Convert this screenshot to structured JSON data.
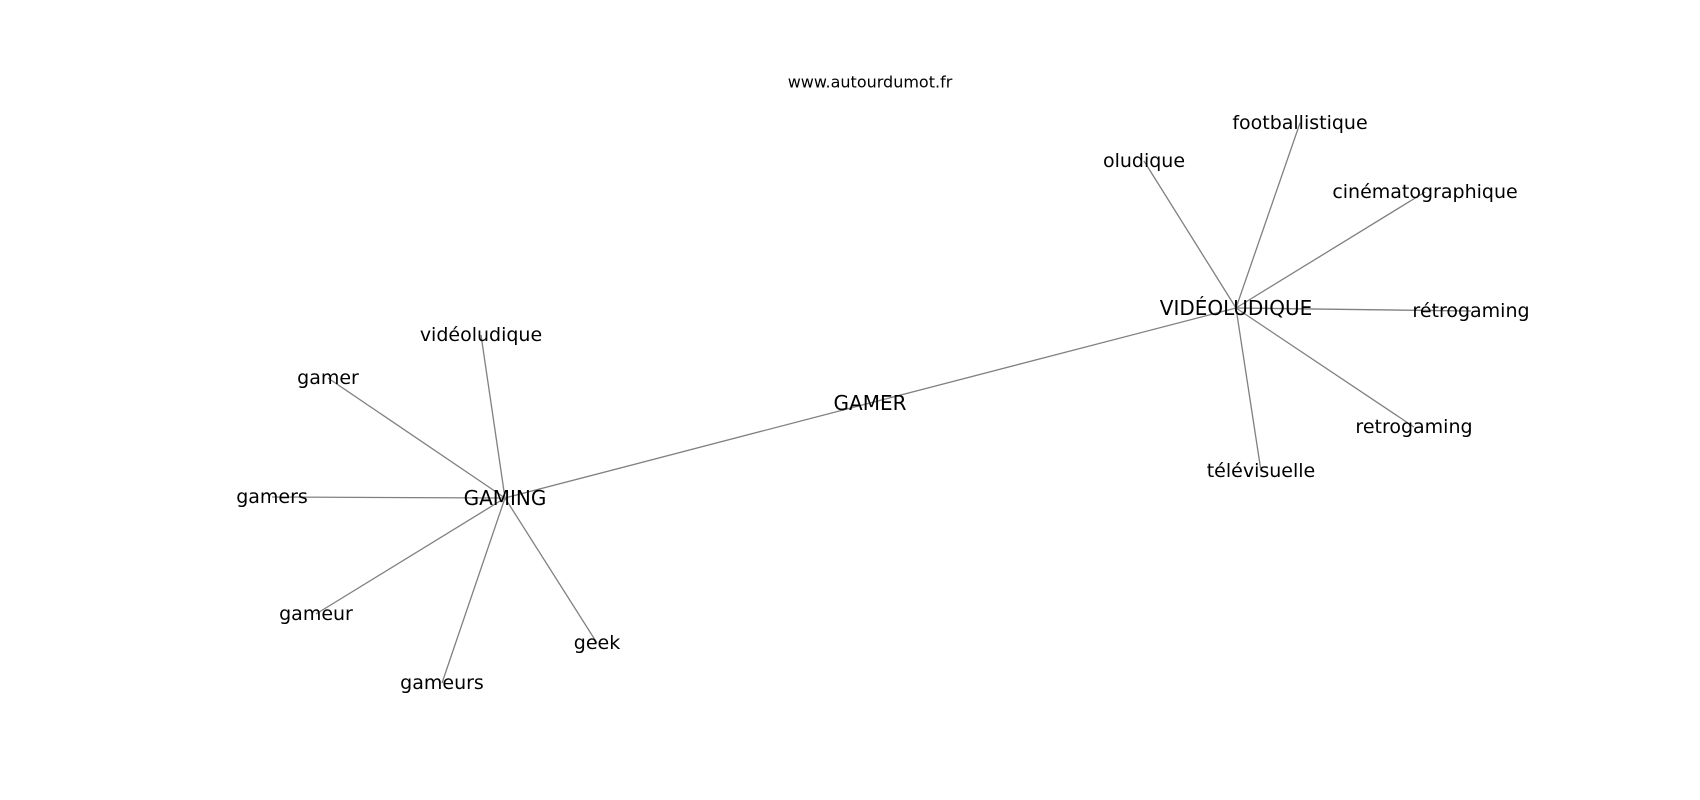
{
  "watermark": "www.autourdumot.fr",
  "colors": {
    "edge": "#808080",
    "text": "#000000",
    "background": "#ffffff"
  },
  "nodes": [
    {
      "id": "GAMER",
      "label": "GAMER",
      "hub": true
    },
    {
      "id": "GAMING",
      "label": "GAMING",
      "hub": true
    },
    {
      "id": "VIDEOLUDIQUE",
      "label": "VIDÉOLUDIQUE",
      "hub": true
    },
    {
      "id": "videoludique",
      "label": "vidéoludique"
    },
    {
      "id": "gamer",
      "label": "gamer"
    },
    {
      "id": "gamers",
      "label": "gamers"
    },
    {
      "id": "gameur",
      "label": "gameur"
    },
    {
      "id": "gameurs",
      "label": "gameurs"
    },
    {
      "id": "geek",
      "label": "geek"
    },
    {
      "id": "oludique",
      "label": "oludique"
    },
    {
      "id": "footballistique",
      "label": "footballistique"
    },
    {
      "id": "cinematographique",
      "label": "cinématographique"
    },
    {
      "id": "retrogaming_accent",
      "label": "rétrogaming"
    },
    {
      "id": "retrogaming",
      "label": "retrogaming"
    },
    {
      "id": "televisuelle",
      "label": "télévisuelle"
    }
  ],
  "edges": [
    [
      "GAMER",
      "GAMING"
    ],
    [
      "GAMER",
      "VIDEOLUDIQUE"
    ],
    [
      "GAMING",
      "videoludique"
    ],
    [
      "GAMING",
      "gamer"
    ],
    [
      "GAMING",
      "gamers"
    ],
    [
      "GAMING",
      "gameur"
    ],
    [
      "GAMING",
      "gameurs"
    ],
    [
      "GAMING",
      "geek"
    ],
    [
      "VIDEOLUDIQUE",
      "oludique"
    ],
    [
      "VIDEOLUDIQUE",
      "footballistique"
    ],
    [
      "VIDEOLUDIQUE",
      "cinematographique"
    ],
    [
      "VIDEOLUDIQUE",
      "retrogaming_accent"
    ],
    [
      "VIDEOLUDIQUE",
      "retrogaming"
    ],
    [
      "VIDEOLUDIQUE",
      "televisuelle"
    ]
  ]
}
